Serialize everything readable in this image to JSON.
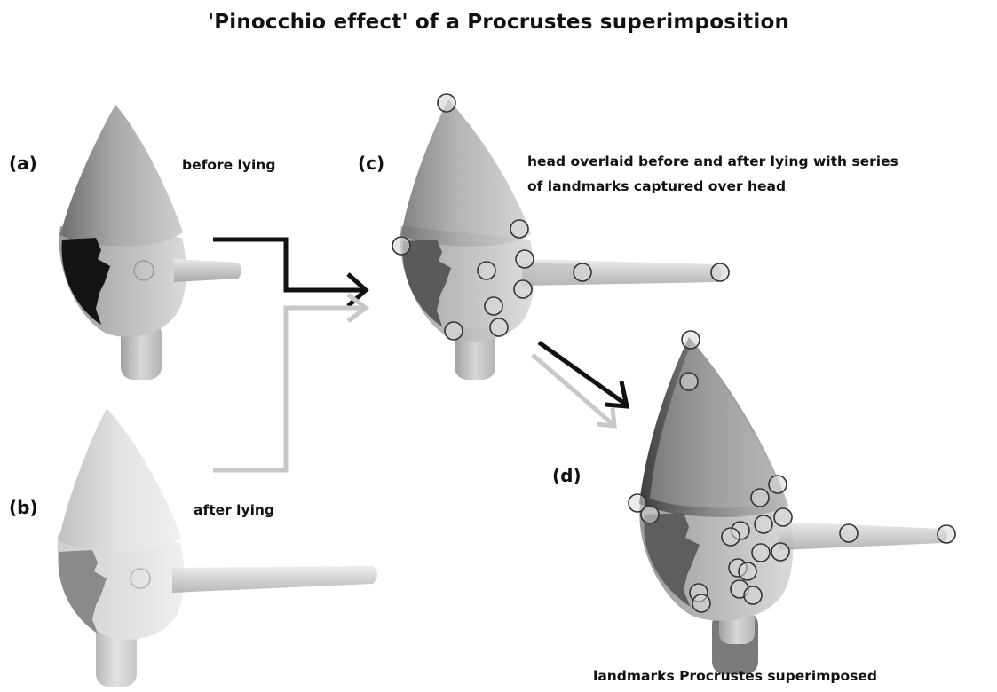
{
  "title": "'Pinocchio effect' of a Procrustes superimposition",
  "panels": {
    "a": {
      "label": "(a)",
      "caption": "before lying"
    },
    "b": {
      "label": "(b)",
      "caption": "after lying"
    },
    "c": {
      "label": "(c)",
      "caption_lines": [
        "head overlaid before and after lying with series",
        "of landmarks captured over head"
      ]
    },
    "d": {
      "label": "(d)",
      "caption": "landmarks Procrustes superimposed"
    }
  },
  "colors": {
    "arrow_before": "#111111",
    "arrow_after": "#c8c8c8",
    "head_before_patch": "#141414",
    "head_after_patch": "#8a8a8a",
    "landmark_fill": "#d9d9d9",
    "landmark_stroke": "#333333"
  }
}
